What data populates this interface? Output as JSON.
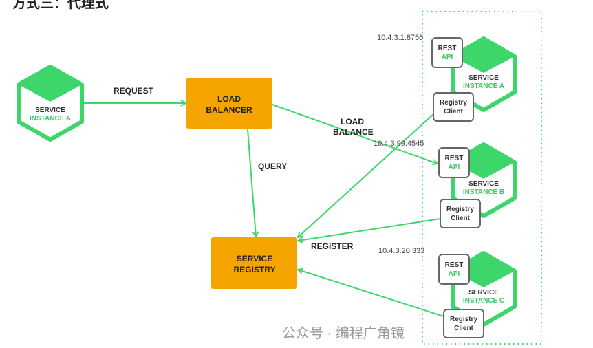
{
  "title": "方式三：代理式",
  "colors": {
    "green": "#3dd66b",
    "orange": "#f5a400",
    "text": "#222222"
  },
  "client": {
    "line1": "SERVICE",
    "line2": "INSTANCE A"
  },
  "load_balancer": {
    "line1": "LOAD",
    "line2": "BALANCER"
  },
  "registry": {
    "line1": "SERVICE",
    "line2": "REGISTRY"
  },
  "labels": {
    "request": "REQUEST",
    "query": "QUERY",
    "load_balance_1": "LOAD",
    "load_balance_2": "BALANCE",
    "register": "REGISTER"
  },
  "instances": [
    {
      "ip": "10.4.3.1:8756",
      "line1": "SERVICE",
      "line2": "INSTANCE A",
      "rest1": "REST",
      "rest2": "API",
      "rc1": "Registry",
      "rc2": "Client"
    },
    {
      "ip": "10.4.3.99:4545",
      "line1": "SERVICE",
      "line2": "INSTANCE B",
      "rest1": "REST",
      "rest2": "API",
      "rc1": "Registry",
      "rc2": "Client"
    },
    {
      "ip": "10.4.3.20:333",
      "line1": "SERVICE",
      "line2": "INSTANCE C",
      "rest1": "REST",
      "rest2": "API",
      "rc1": "Registry",
      "rc2": "Client"
    }
  ],
  "watermark": "公众号 · 编程广角镜"
}
